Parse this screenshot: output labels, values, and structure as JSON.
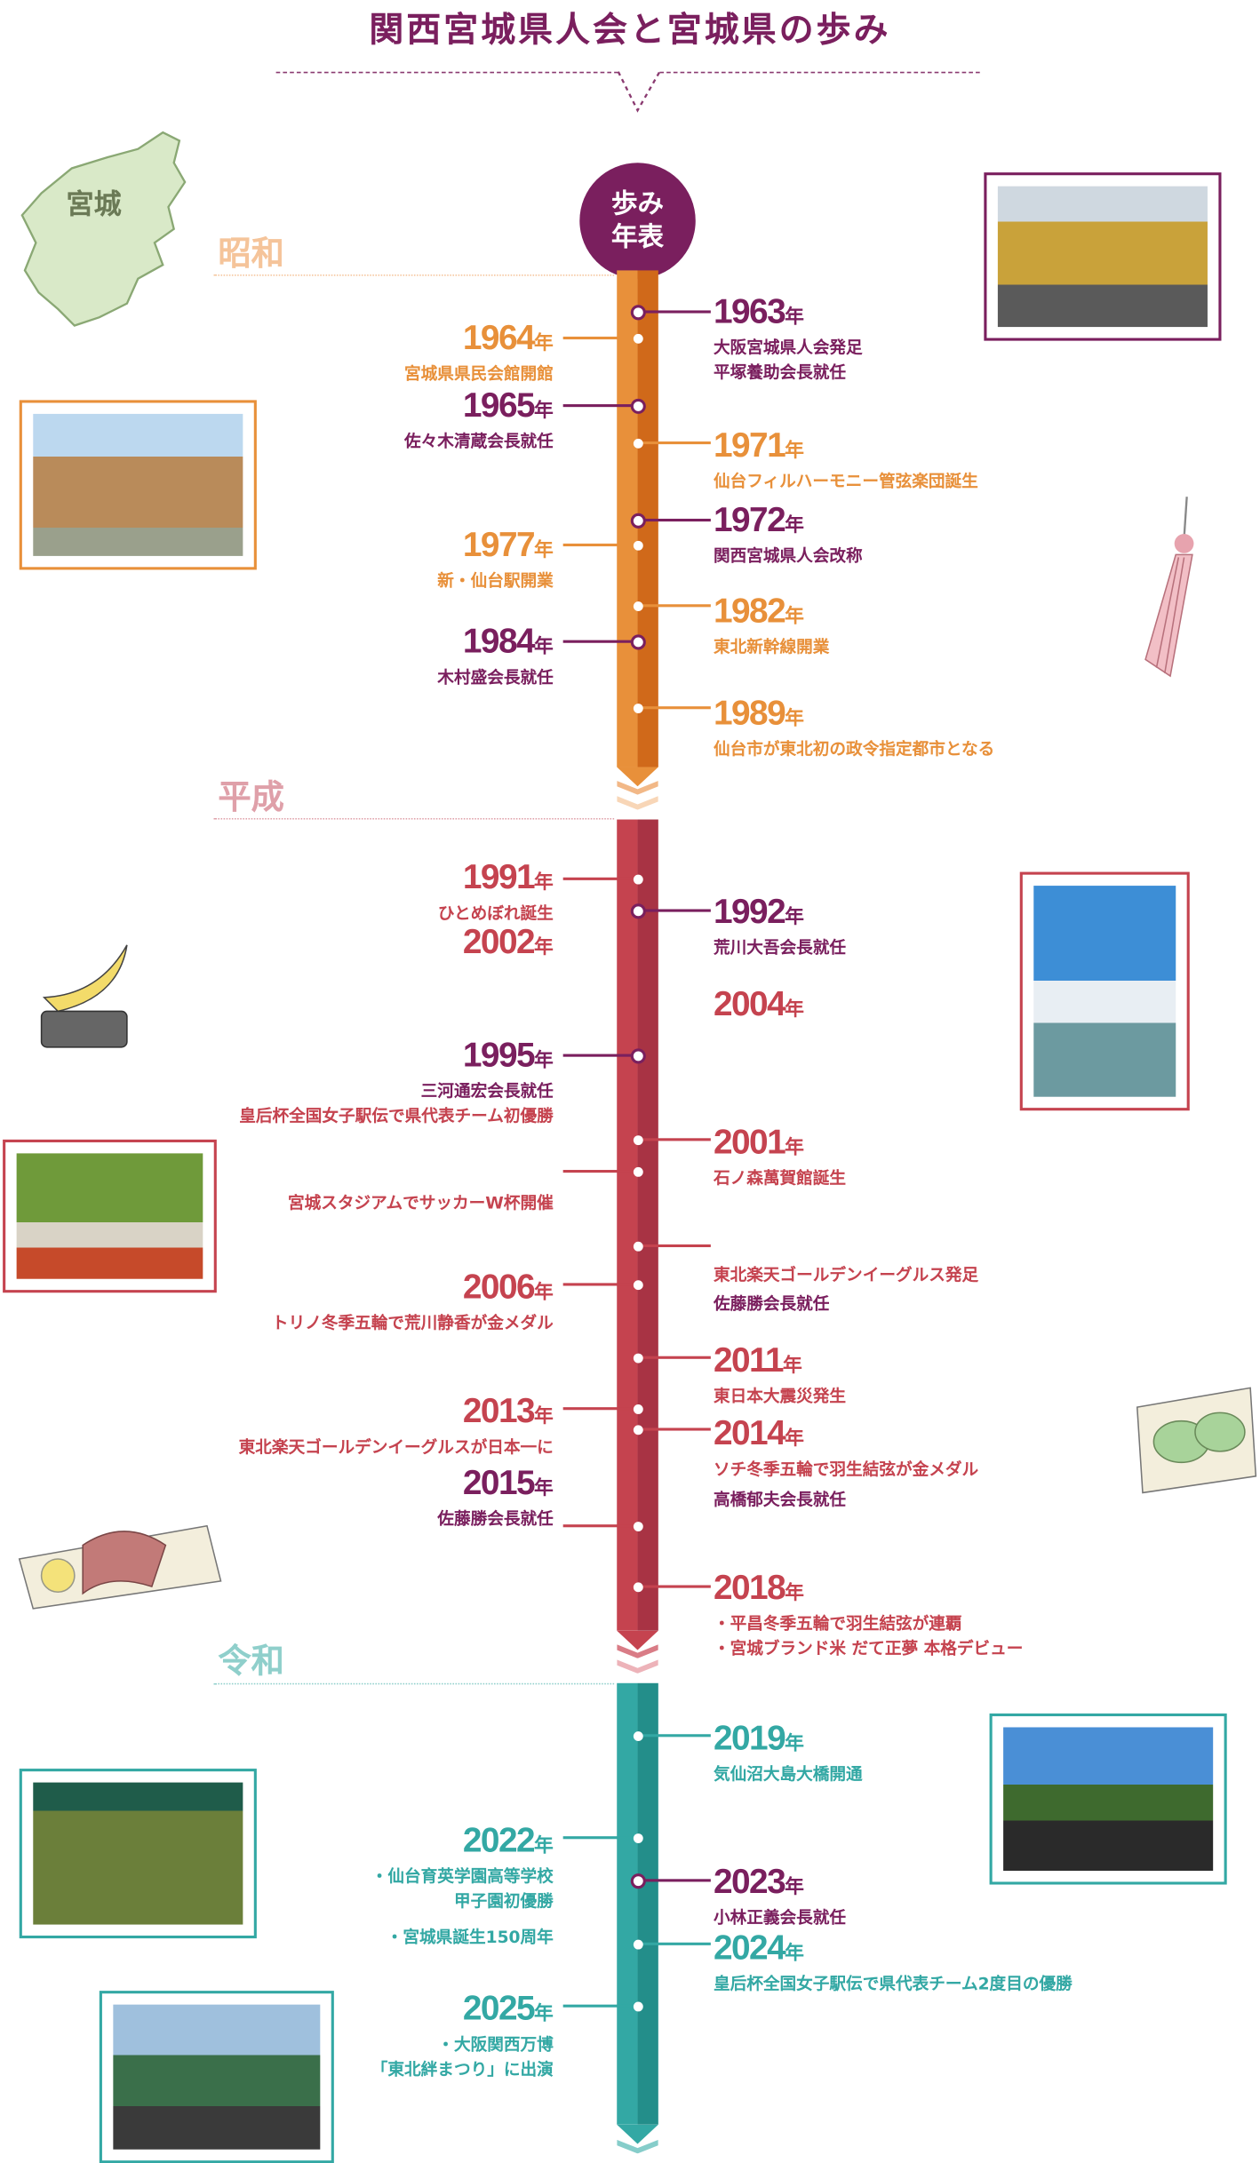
{
  "title": "関西宮城県人会と宮城県の歩み",
  "hub_label": [
    "歩み",
    "年表"
  ],
  "map_label": "宮城",
  "colors": {
    "purple": "#7A1F5E",
    "orange": "#E8903A",
    "red": "#C5434F",
    "teal": "#33A8A4"
  },
  "eras": [
    {
      "name": "昭和",
      "color": "#F5C49A"
    },
    {
      "name": "平成",
      "color": "#DFA0A9"
    },
    {
      "name": "令和",
      "color": "#8FCFCB"
    }
  ],
  "nen": "年",
  "events": [
    {
      "year": "1963",
      "side": "R",
      "tone": "purple",
      "desc": [
        {
          "text": "大阪宮城県人会発足",
          "tone": "purple"
        },
        {
          "text": "平塚養助会長就任",
          "tone": "purple"
        }
      ]
    },
    {
      "year": "1964",
      "side": "L",
      "tone": "orange",
      "desc": [
        {
          "text": "宮城県県民会館開館",
          "tone": "orange"
        }
      ]
    },
    {
      "year": "1965",
      "side": "L",
      "tone": "purple",
      "desc": [
        {
          "text": "佐々木清蔵会長就任",
          "tone": "purple"
        }
      ]
    },
    {
      "year": "1971",
      "side": "R",
      "tone": "orange",
      "desc": [
        {
          "text": "仙台フィルハーモニー管弦楽団誕生",
          "tone": "orange"
        }
      ]
    },
    {
      "year": "1972",
      "side": "R",
      "tone": "purple",
      "desc": [
        {
          "text": "関西宮城県人会改称",
          "tone": "purple"
        }
      ]
    },
    {
      "year": "1977",
      "side": "L",
      "tone": "orange",
      "desc": [
        {
          "text": "新・仙台駅開業",
          "tone": "orange"
        }
      ]
    },
    {
      "year": "1982",
      "side": "R",
      "tone": "orange",
      "desc": [
        {
          "text": "東北新幹線開業",
          "tone": "orange"
        }
      ]
    },
    {
      "year": "1984",
      "side": "L",
      "tone": "purple",
      "desc": [
        {
          "text": "木村盛会長就任",
          "tone": "purple"
        }
      ]
    },
    {
      "year": "1989",
      "side": "R",
      "tone": "orange",
      "desc": [
        {
          "text": "仙台市が東北初の政令指定都市となる",
          "tone": "orange"
        }
      ]
    },
    {
      "year": "1991",
      "side": "L",
      "tone": "red",
      "desc": [
        {
          "text": "ひとめぼれ誕生",
          "tone": "red"
        }
      ]
    },
    {
      "year": "2002",
      "side": "L",
      "tone": "red",
      "desc": []
    },
    {
      "year": "1992",
      "side": "R",
      "tone": "purple",
      "desc": [
        {
          "text": "荒川大吾会長就任",
          "tone": "purple"
        }
      ]
    },
    {
      "year": "2004",
      "side": "R",
      "tone": "red",
      "desc": []
    },
    {
      "year": "1995",
      "side": "L",
      "tone": "purple",
      "desc": [
        {
          "text": "三河通宏会長就任",
          "tone": "purple"
        },
        {
          "text": "皇后杯全国女子駅伝で県代表チーム初優勝",
          "tone": "red"
        }
      ]
    },
    {
      "year": "2001",
      "side": "R",
      "tone": "red",
      "desc": [
        {
          "text": "石ノ森萬賀館誕生",
          "tone": "red"
        }
      ]
    },
    {
      "year": null,
      "side": "L",
      "tone": "red",
      "desc": [
        {
          "text": "宮城スタジアムでサッカーW杯開催",
          "tone": "red"
        }
      ]
    },
    {
      "year": null,
      "side": "R",
      "tone": "red",
      "desc": [
        {
          "text": "東北楽天ゴールデンイーグルス発足",
          "tone": "red"
        },
        {
          "text": "佐藤勝会長就任",
          "tone": "purple"
        }
      ]
    },
    {
      "year": "2006",
      "side": "L",
      "tone": "red",
      "desc": [
        {
          "text": "トリノ冬季五輪で荒川静香が金メダル",
          "tone": "red"
        }
      ]
    },
    {
      "year": "2011",
      "side": "R",
      "tone": "red",
      "desc": [
        {
          "text": "東日本大震災発生",
          "tone": "red"
        }
      ]
    },
    {
      "year": "2013",
      "side": "L",
      "tone": "red",
      "desc": [
        {
          "text": "東北楽天ゴールデンイーグルスが日本一に",
          "tone": "red"
        }
      ]
    },
    {
      "year": "2014",
      "side": "R",
      "tone": "red",
      "desc": [
        {
          "text": "ソチ冬季五輪で羽生結弦が金メダル",
          "tone": "red"
        },
        {
          "text": "高橋郁夫会長就任",
          "tone": "purple"
        }
      ]
    },
    {
      "year": "2015",
      "side": "L",
      "tone": "purple",
      "desc": [
        {
          "text": "佐藤勝会長就任",
          "tone": "purple"
        }
      ]
    },
    {
      "year": "2018",
      "side": "R",
      "tone": "red",
      "desc": [
        {
          "text": "・平昌冬季五輪で羽生結弦が連覇",
          "tone": "red"
        },
        {
          "text": "・宮城ブランド米 だて正夢 本格デビュー",
          "tone": "red"
        }
      ]
    },
    {
      "year": "2019",
      "side": "R",
      "tone": "teal",
      "desc": [
        {
          "text": "気仙沼大島大橋開通",
          "tone": "teal"
        }
      ]
    },
    {
      "year": "2022",
      "side": "L",
      "tone": "teal",
      "desc": [
        {
          "text": "・仙台育英学園高等学校",
          "tone": "teal"
        },
        {
          "text": "甲子園初優勝",
          "tone": "teal"
        },
        {
          "text": "・宮城県誕生150周年",
          "tone": "teal"
        }
      ]
    },
    {
      "year": "2023",
      "side": "R",
      "tone": "purple",
      "desc": [
        {
          "text": "小林正義会長就任",
          "tone": "purple"
        }
      ]
    },
    {
      "year": "2024",
      "side": "R",
      "tone": "teal",
      "desc": [
        {
          "text": "皇后杯全国女子駅伝で県代表チーム2度目の優勝",
          "tone": "teal"
        }
      ]
    },
    {
      "year": "2025",
      "side": "L",
      "tone": "teal",
      "desc": [
        {
          "text": "・大阪関西万博",
          "tone": "teal"
        },
        {
          "text": "「東北絆まつり」に出演",
          "tone": "teal"
        }
      ]
    }
  ]
}
